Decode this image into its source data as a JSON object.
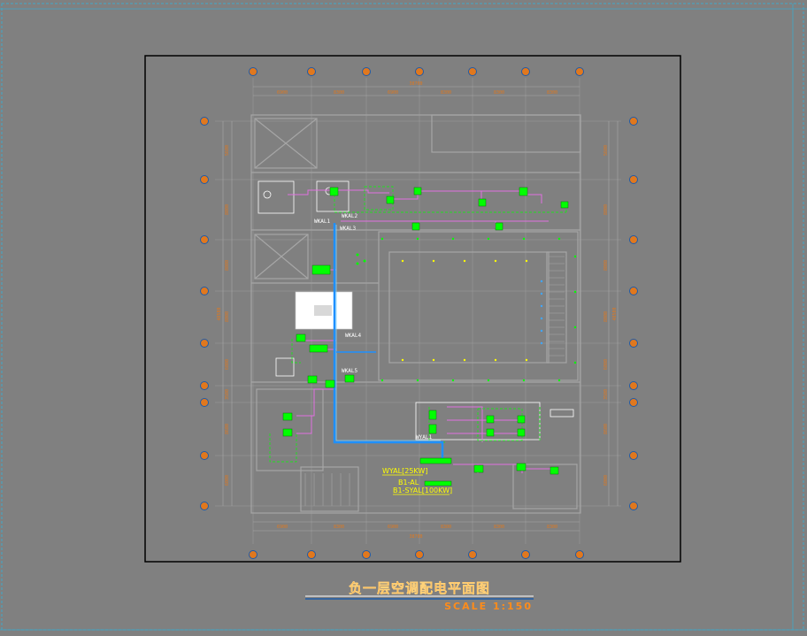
{
  "drawing": {
    "title": "负一层空调配电平面图",
    "scale": "SCALE 1:150",
    "colors": {
      "background": "#808080",
      "frame": "#000000",
      "wall": "#9a9a9a",
      "feeder": "#1e90ff",
      "branch": "#e070e0",
      "panel": "#00ff00",
      "axis_bubble": "#e0781e",
      "dimension_text": "#e0781e",
      "label_yellow": "#ffff00",
      "title": "#ff8c1a"
    },
    "dimensions": {
      "top_overall": "38700",
      "top_spans": [
        "6900",
        "8300",
        "6900",
        "8300",
        "8300",
        "8300"
      ],
      "bottom_overall": "38700",
      "bottom_spans": [
        "6900",
        "8300",
        "6900",
        "8300",
        "8300",
        "8300"
      ],
      "left_spans": [
        "5600",
        "8000",
        "8000",
        "8000",
        "6000",
        "3500",
        "8600",
        "6000"
      ],
      "left_overall": "48500",
      "right_spans": [
        "5600",
        "8000",
        "8000",
        "8000",
        "6000",
        "3500",
        "8600",
        "6000"
      ],
      "right_overall": "48500"
    },
    "labels": {
      "feeder_1": "WYAL[25KW]",
      "panel_1": "B1-AL",
      "feeder_2": "B1-SYAL[100KW]",
      "cable_tag_1": "WKAL1",
      "cable_tag_2": "WKAL2",
      "cable_tag_3": "WKAL3",
      "cable_tag_4": "WKAL4",
      "cable_tag_5": "WKAL5",
      "cable_tag_6": "WYAL1"
    }
  }
}
